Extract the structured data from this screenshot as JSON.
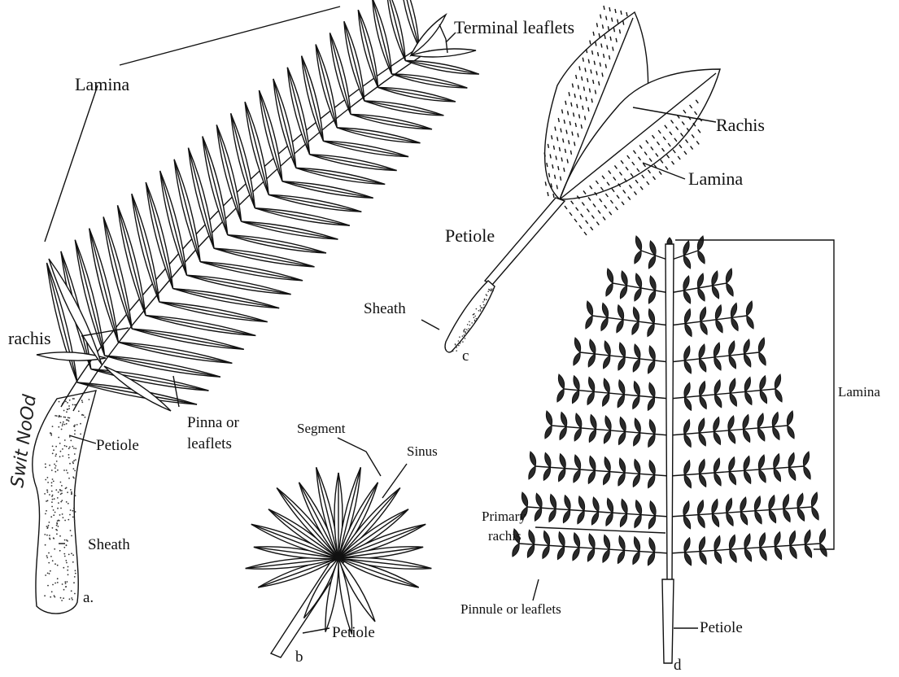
{
  "labels": {
    "a": {
      "lamina": "Lamina",
      "terminal_leaflets": "Terminal leaflets",
      "rachis": "rachis",
      "petiole": "Petiole",
      "pinna_line1": "Pinna or",
      "pinna_line2": "leaflets",
      "sheath": "Sheath",
      "letter": "a.",
      "signature": "Swit NoOd"
    },
    "b": {
      "segment": "Segment",
      "sinus": "Sinus",
      "petiole": "Petiole",
      "letter": "b"
    },
    "c": {
      "rachis": "Rachis",
      "lamina": "Lamina",
      "petiole": "Petiole",
      "sheath": "Sheath",
      "letter": "c"
    },
    "d": {
      "lamina": "Lamina",
      "primary_rachis_line1": "Primary",
      "primary_rachis_line2": "rachis",
      "pinnule": "Pinnule or leaflets",
      "petiole": "Petiole",
      "letter": "d"
    }
  }
}
